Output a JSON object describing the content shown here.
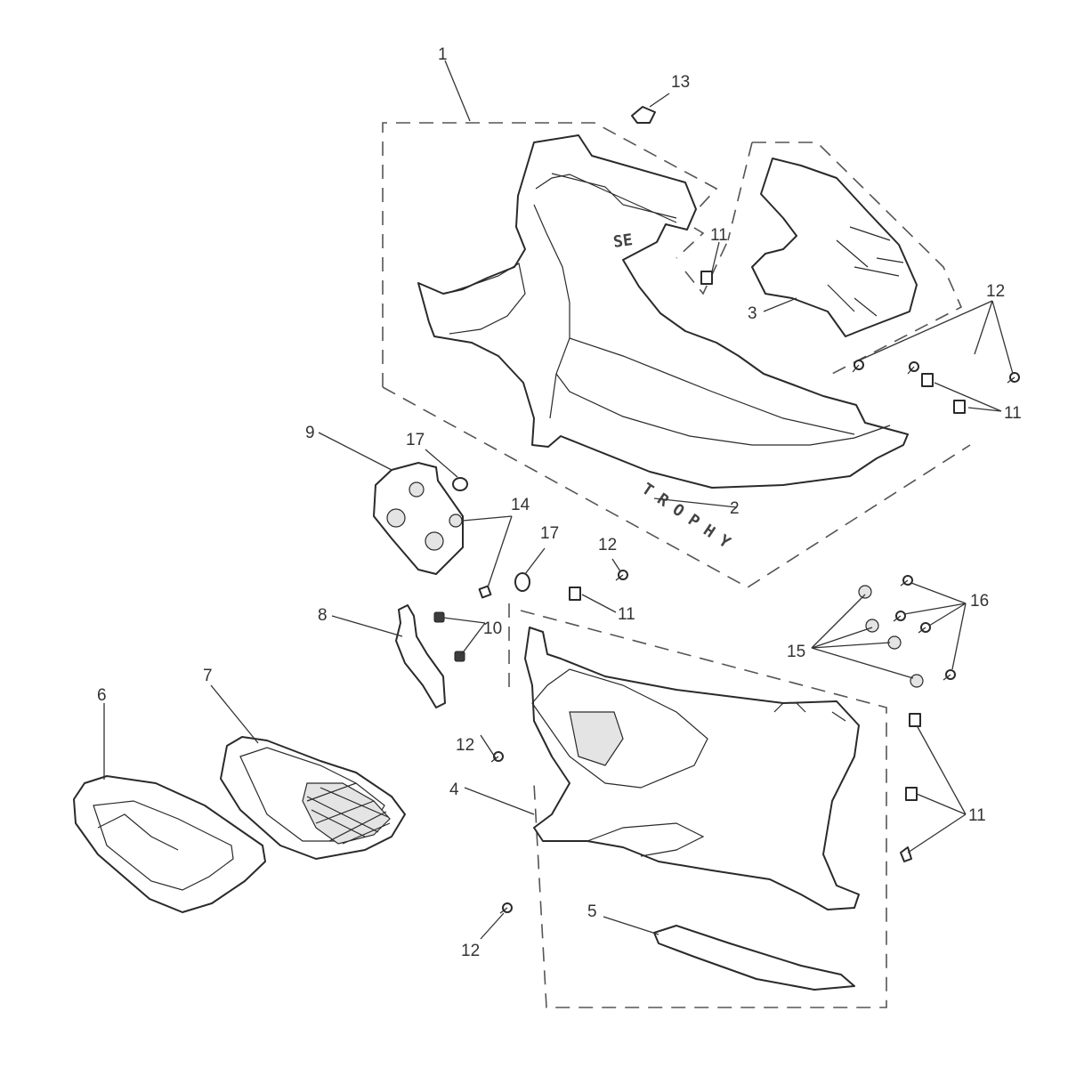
{
  "callouts": [
    {
      "id": "c1",
      "text": "1"
    },
    {
      "id": "c2",
      "text": "2"
    },
    {
      "id": "c3",
      "text": "3"
    },
    {
      "id": "c4",
      "text": "4"
    },
    {
      "id": "c5",
      "text": "5"
    },
    {
      "id": "c6",
      "text": "6"
    },
    {
      "id": "c7",
      "text": "7"
    },
    {
      "id": "c8",
      "text": "8"
    },
    {
      "id": "c9",
      "text": "9"
    },
    {
      "id": "c10",
      "text": "10"
    },
    {
      "id": "c11a",
      "text": "11"
    },
    {
      "id": "c11b",
      "text": "11"
    },
    {
      "id": "c11c",
      "text": "11"
    },
    {
      "id": "c11d",
      "text": "11"
    },
    {
      "id": "c12a",
      "text": "12"
    },
    {
      "id": "c12b",
      "text": "12"
    },
    {
      "id": "c12c",
      "text": "12"
    },
    {
      "id": "c12d",
      "text": "12"
    },
    {
      "id": "c13",
      "text": "13"
    },
    {
      "id": "c14",
      "text": "14"
    },
    {
      "id": "c15",
      "text": "15"
    },
    {
      "id": "c16",
      "text": "16"
    },
    {
      "id": "c17a",
      "text": "17"
    },
    {
      "id": "c17b",
      "text": "17"
    }
  ],
  "badge_text": "TROPHY",
  "panel_logo_text": "SE"
}
